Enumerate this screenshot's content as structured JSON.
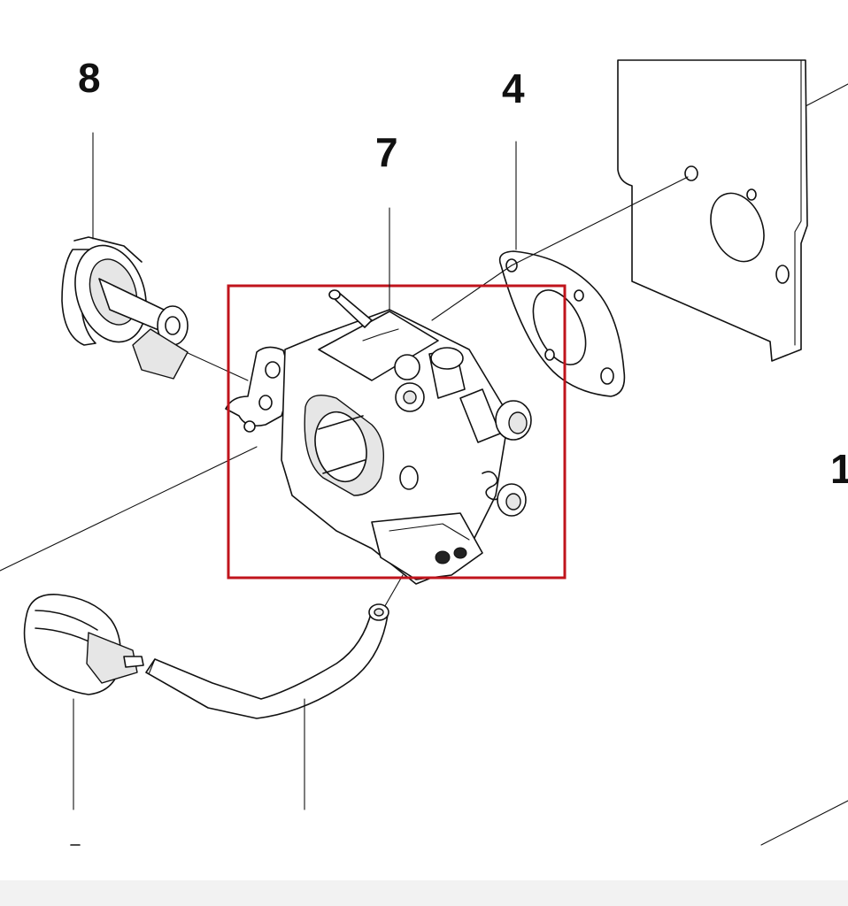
{
  "diagram": {
    "callouts": [
      {
        "id": "callout-8",
        "label": "8"
      },
      {
        "id": "callout-4",
        "label": "4"
      },
      {
        "id": "callout-7",
        "label": "7"
      },
      {
        "id": "callout-1-partial",
        "label": "1"
      }
    ],
    "highlight_color": "#c0141c",
    "line_color": "#111111"
  }
}
